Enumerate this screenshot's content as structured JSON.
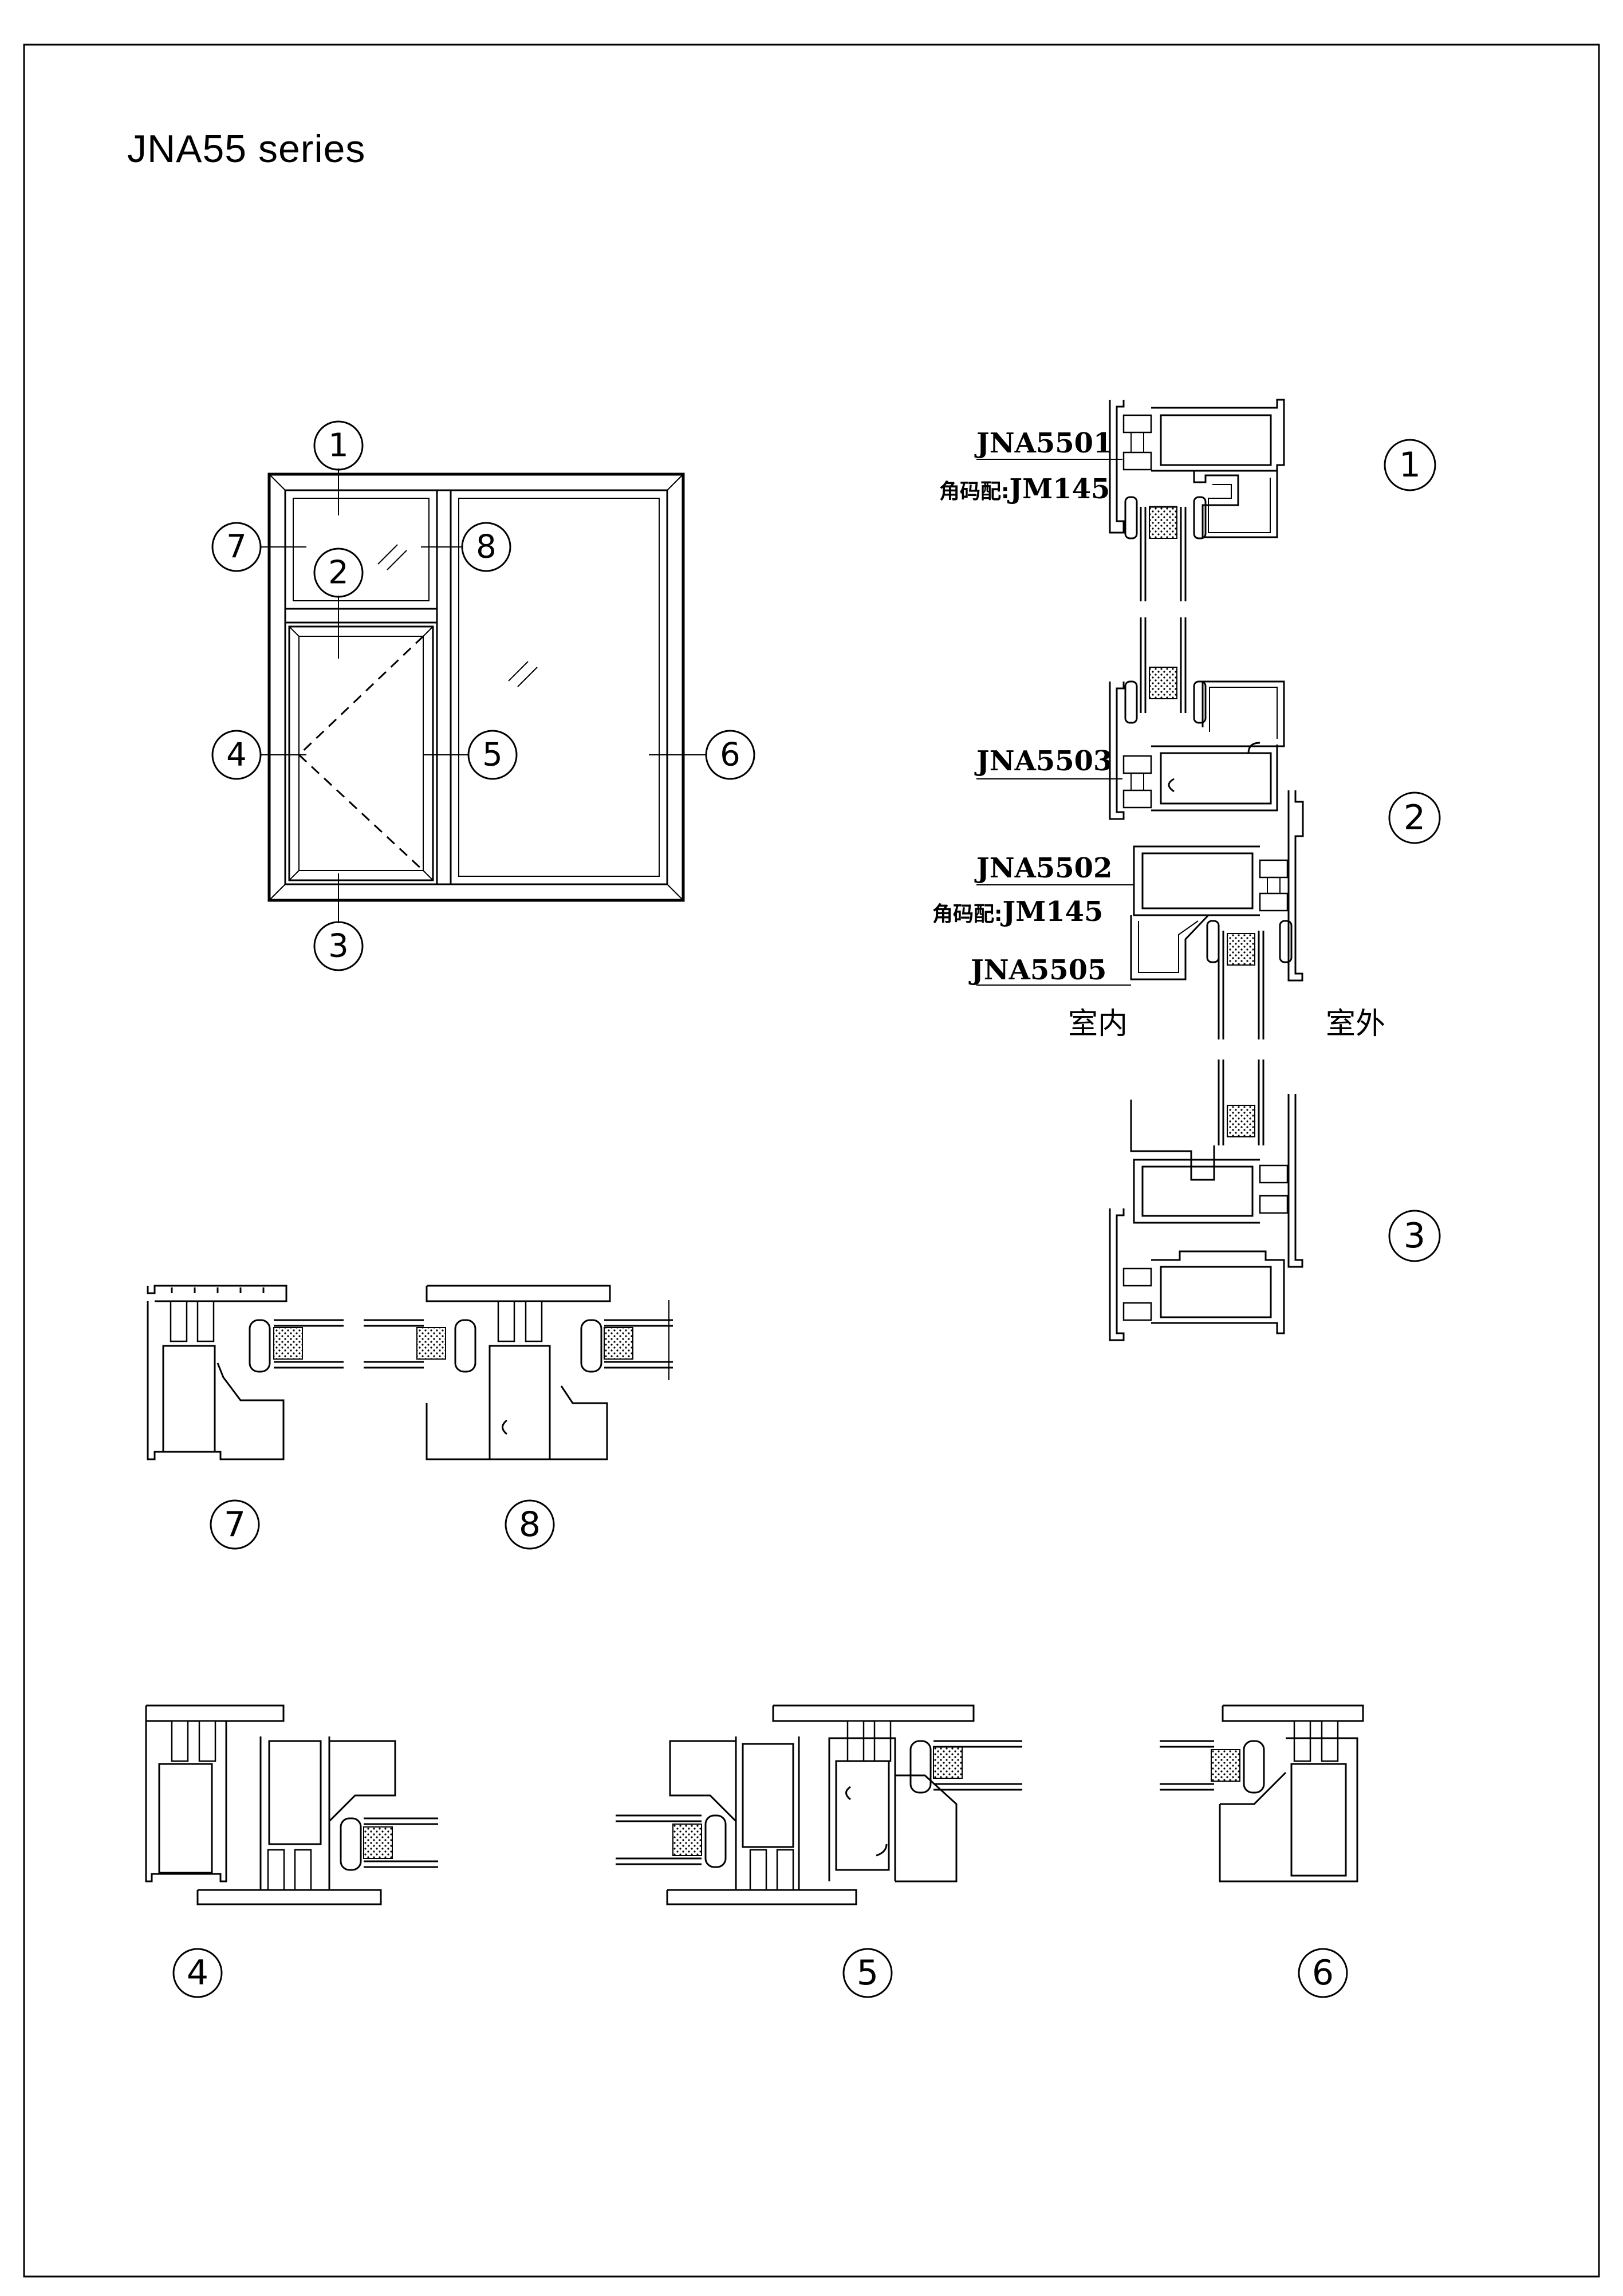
{
  "title": "JNA55 series",
  "elevation": {
    "callouts": [
      "1",
      "2",
      "3",
      "4",
      "5",
      "6",
      "7",
      "8"
    ]
  },
  "vertical_section": {
    "labels": {
      "top_profile": "JNA5501",
      "top_corner_prefix": "角码配:",
      "top_corner_code": "JM145",
      "middle_profile": "JNA5503",
      "sash_profile": "JNA5502",
      "sash_corner_prefix": "角码配:",
      "sash_corner_code": "JM145",
      "bead_profile": "JNA5505",
      "interior": "室内",
      "exterior": "室外"
    },
    "bubbles": [
      "1",
      "2",
      "3"
    ]
  },
  "detail_bubbles": {
    "d7": "7",
    "d8": "8",
    "d4": "4",
    "d5": "5",
    "d6": "6"
  }
}
